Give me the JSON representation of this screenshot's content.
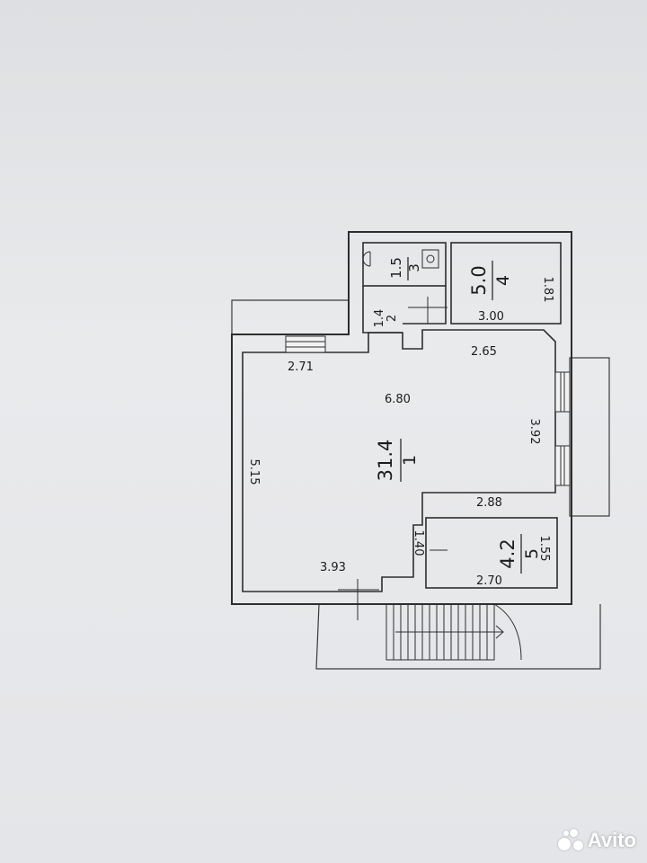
{
  "rooms": [
    {
      "id": "1",
      "area": "31.4"
    },
    {
      "id": "2",
      "area": "1.4"
    },
    {
      "id": "3",
      "area": "1.5"
    },
    {
      "id": "4",
      "area": "5.0"
    },
    {
      "id": "5",
      "area": "4.2"
    }
  ],
  "dimensions": {
    "room1_top_left": "2.71",
    "room1_top_right": "2.65",
    "room1_width": "6.80",
    "room1_right": "3.92",
    "room1_left": "5.15",
    "room1_bottom_right": "2.88",
    "room1_bottom_left": "3.93",
    "room4_width": "3.00",
    "room4_depth": "1.81",
    "room5_width": "2.70",
    "room5_depth": "1.55",
    "room5_side": "1.40"
  },
  "watermark": {
    "text": "Avito"
  }
}
